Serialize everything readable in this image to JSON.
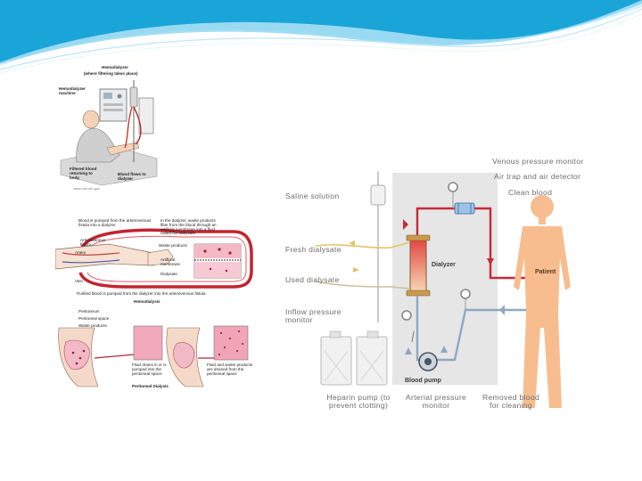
{
  "slide": {
    "background": "#ffffff",
    "wave_colors": [
      "#1ba7d9",
      "#7fd0ee",
      "#c9ecf8"
    ]
  },
  "hemodialyzer_illustration": {
    "labels": {
      "hemodialyzer": "Hemodialyzer",
      "hemodialyzer_sub": "(where filtering takes place)",
      "machine": "Hemodialyzer machine",
      "filtered_blood": "Filtered blood returning to body",
      "blood_flows": "Blood flows to dialyzer",
      "credit": "www.nlm.nih.gov"
    }
  },
  "hemodialysis_illustration": {
    "labels": {
      "pumped": "Blood is pumped from the arteriovenous fistula into a dialyzer",
      "dialyzer_note": "In the dialyzer, waste products filter from the blood through an artificial membrane into a fluid called the dialysate",
      "fistula": "Arteriovenous fistula",
      "artery": "Artery",
      "waste": "Waste products",
      "membrane": "Artificial membrane",
      "dialysate": "Dialysate",
      "vein": "Vein",
      "purified": "Purified blood is pumped from the dialyzer into the arteriovenous fistula",
      "title": "Hemodialysis"
    }
  },
  "peritoneal_illustration": {
    "labels": {
      "peritoneum": "Peritoneum",
      "space": "Peritoneal space",
      "waste": "Waste products",
      "drains_in": "Fluid drains in or is pumped into the peritoneal space",
      "drains_out": "Fluid and waste products are drained from the peritoneal space",
      "title": "Peritoneal Dialysis"
    }
  },
  "circuit_diagram": {
    "labels": {
      "venous_monitor": "Venous pressure monitor",
      "air_trap": "Air trap and air detector",
      "saline": "Saline solution",
      "clean_blood": "Clean blood",
      "fresh_dialysate": "Fresh dialysate",
      "dialyzer": "Dialyzer",
      "patient": "Patient",
      "used_dialysate": "Used dialysate",
      "inflow_monitor": "Inflow pressure monitor",
      "blood_pump": "Blood pump",
      "heparin_pump": "Heparin pump (to prevent clotting)",
      "arterial_monitor": "Arterial pressure monitor",
      "removed_blood": "Removed blood for cleaning"
    }
  }
}
